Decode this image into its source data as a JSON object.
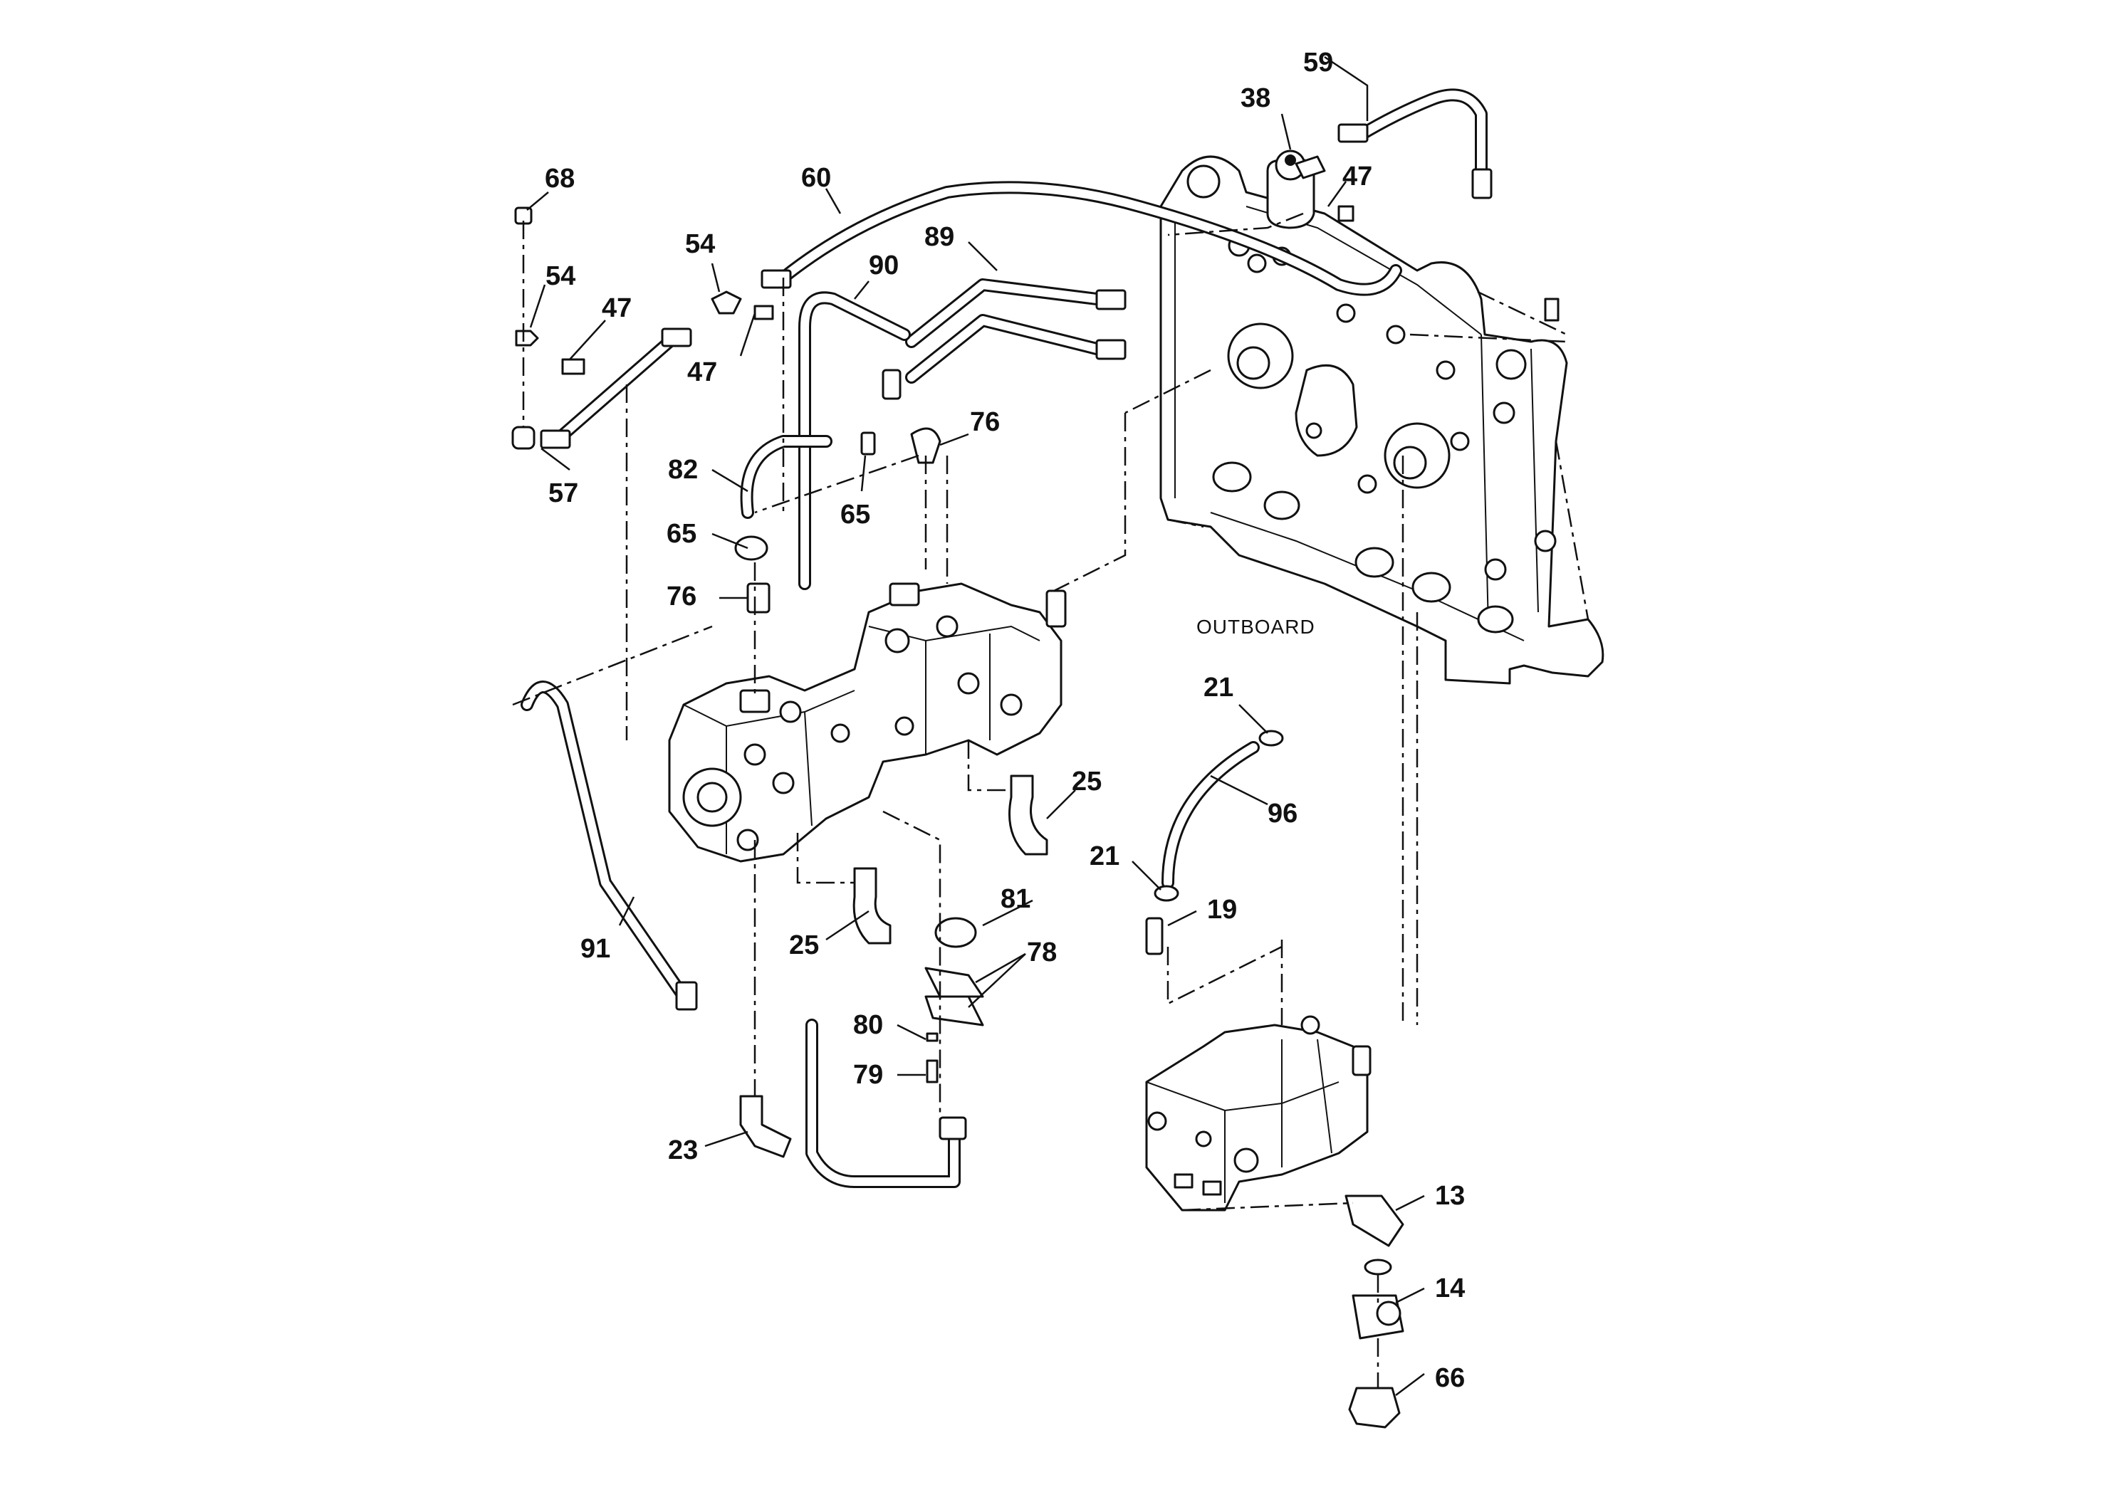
{
  "note": "OUTBOARD",
  "callouts": {
    "c59": "59",
    "c38": "38",
    "c47a": "47",
    "c68": "68",
    "c60": "60",
    "c54a": "54",
    "c89": "89",
    "c90": "90",
    "c54b": "54",
    "c47b": "47",
    "c47c": "47",
    "c76a": "76",
    "c82": "82",
    "c57": "57",
    "c65a": "65",
    "c65b": "65",
    "c76b": "76",
    "c21a": "21",
    "c96": "96",
    "c25a": "25",
    "c21b": "21",
    "c19": "19",
    "c81": "81",
    "c78": "78",
    "c25b": "25",
    "c91": "91",
    "c80": "80",
    "c79": "79",
    "c23": "23",
    "c13": "13",
    "c14": "14",
    "c66": "66"
  }
}
